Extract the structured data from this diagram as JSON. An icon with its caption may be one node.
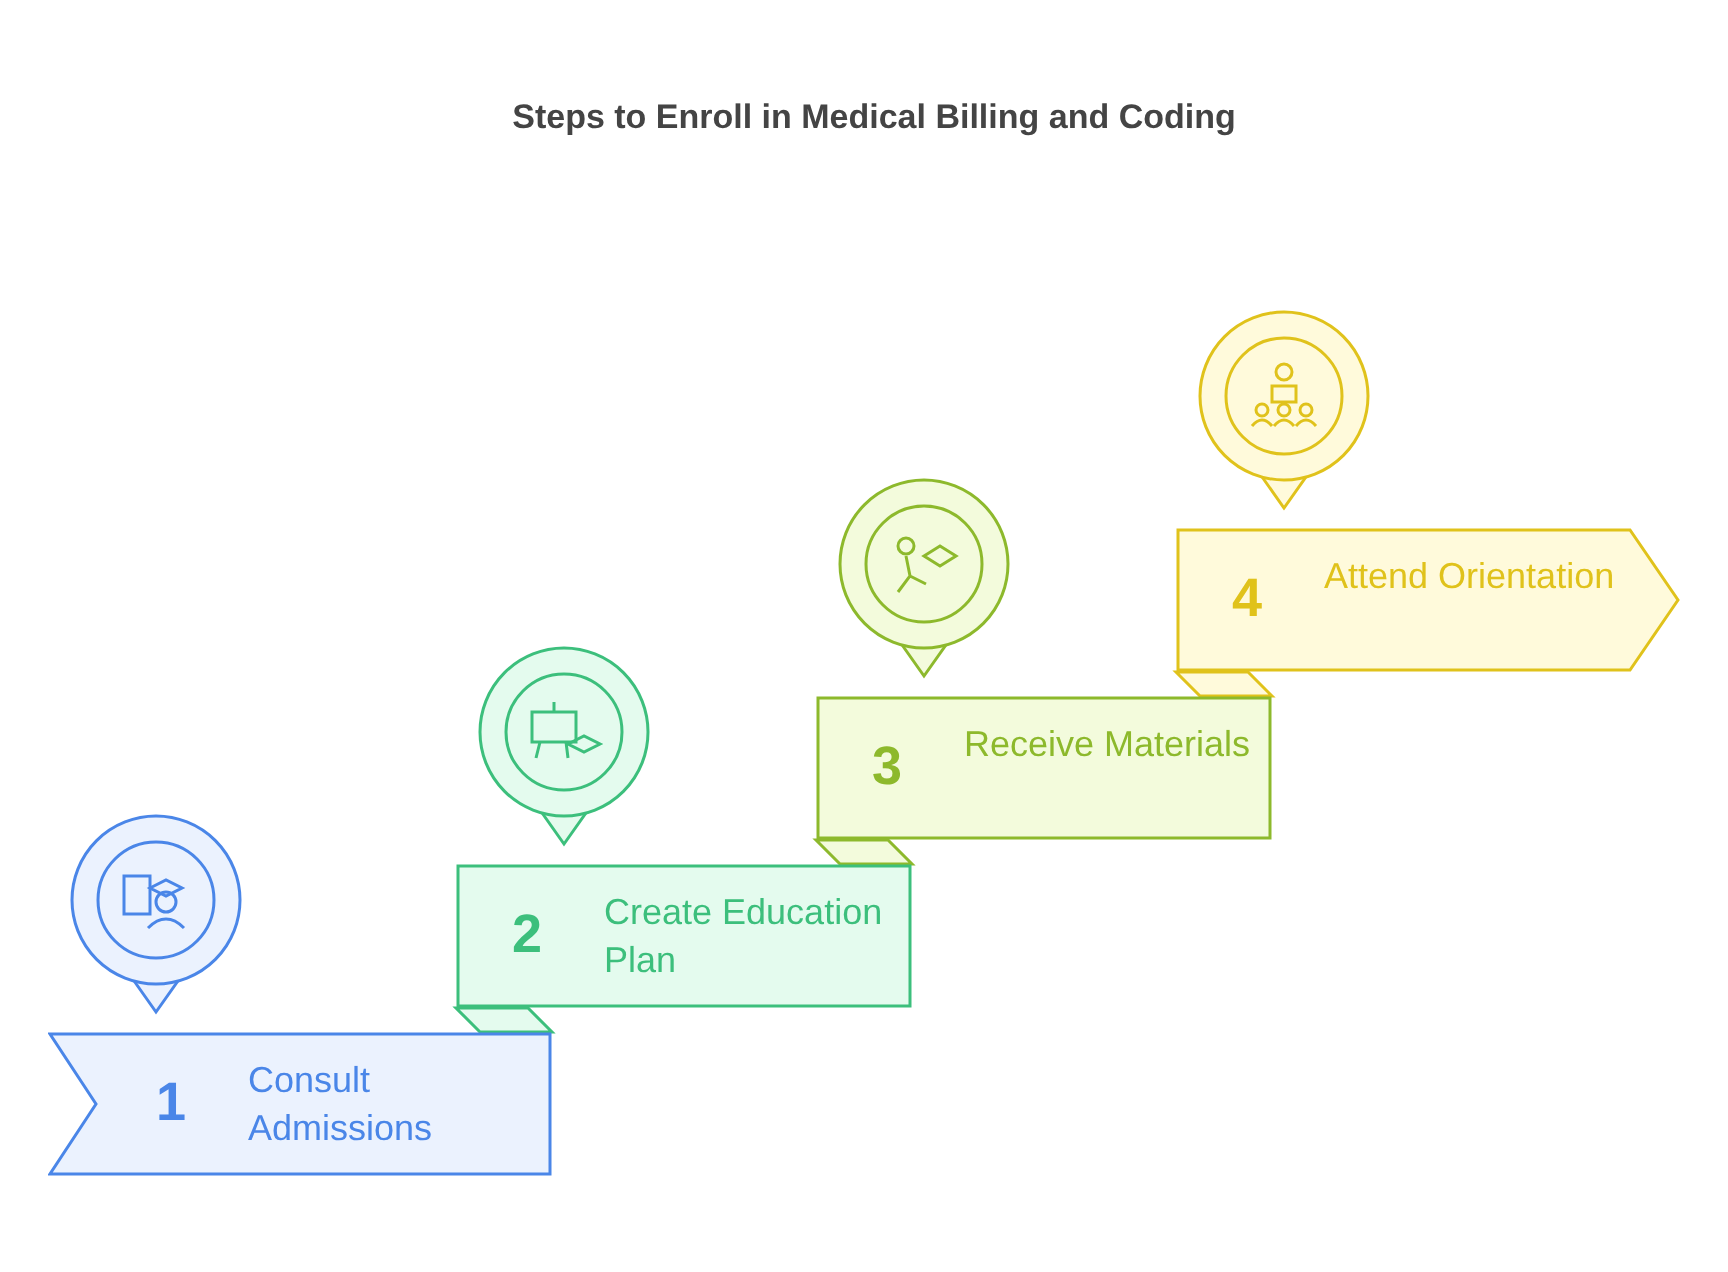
{
  "diagram": {
    "title": "Steps to Enroll in Medical Billing and Coding",
    "nodes": [
      {
        "text": [
          "1",
          "Consult Admissions"
        ]
      },
      {
        "text": [
          "2",
          "Create Education Plan"
        ]
      },
      {
        "text": [
          "3",
          "Receive Materials"
        ]
      },
      {
        "text": [
          "4",
          "Attend Orientation"
        ]
      }
    ],
    "edges": []
  }
}
